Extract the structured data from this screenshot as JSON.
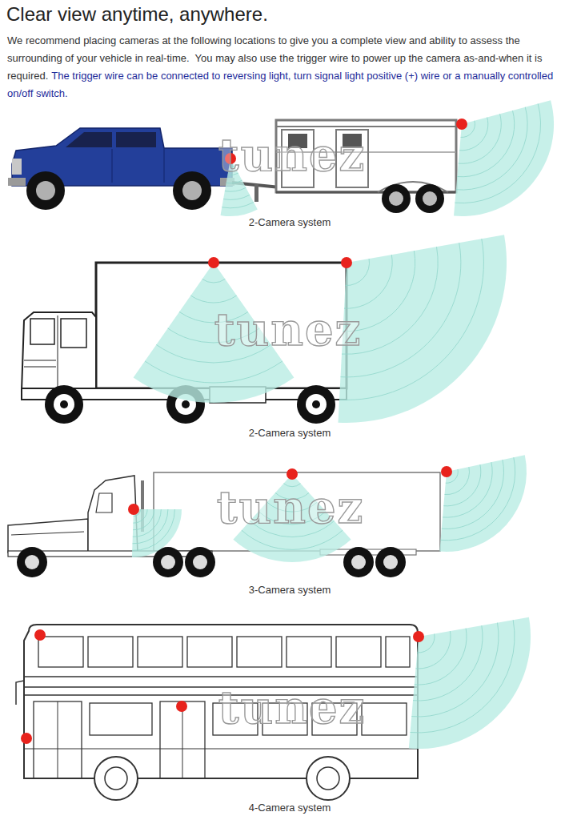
{
  "diagram": {
    "title": "Clear view anytime, anywhere.",
    "labels": [
      "We recommend placing cameras at the following locations to give you a complete view and ability to assess the surrounding of your vehicle in real-time.  You may also use the trigger wire to power up the camera as-and-when it is required.",
      "The trigger wire can be connected to reversing light, turn signal light positive (+) wire or a manually controlled on/off switch.",
      "2-Camera system",
      "2-Camera system",
      "3-Camera system",
      "4-Camera system",
      "tunez",
      "tunez",
      "tunez",
      "tunez"
    ]
  }
}
